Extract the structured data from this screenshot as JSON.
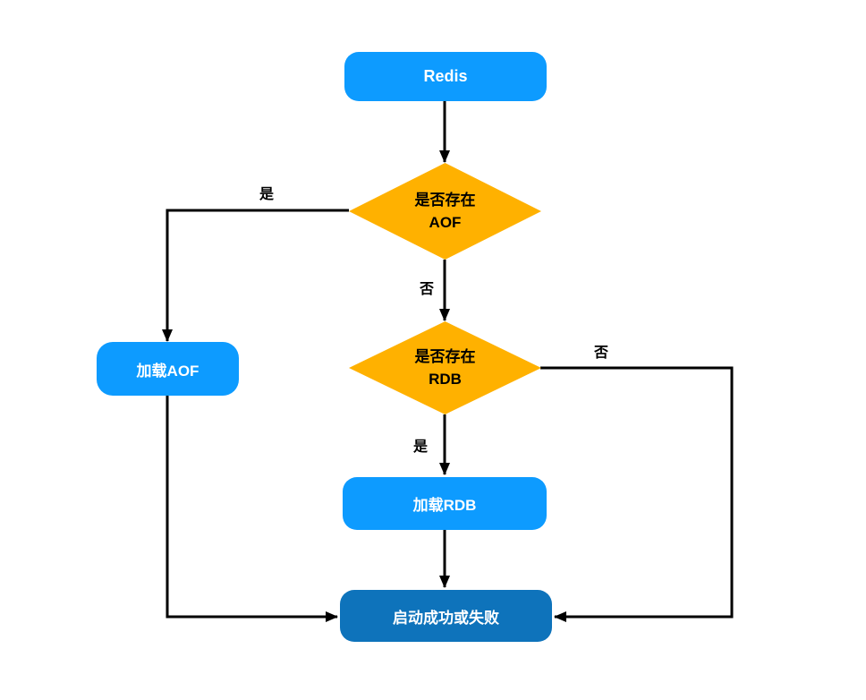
{
  "flowchart": {
    "nodes": {
      "redis": {
        "label": "Redis"
      },
      "aof_check": {
        "label_line1": "是否存在",
        "label_line2": "AOF"
      },
      "load_aof": {
        "label": "加载AOF"
      },
      "rdb_check": {
        "label_line1": "是否存在",
        "label_line2": "RDB"
      },
      "load_rdb": {
        "label": "加载RDB"
      },
      "result": {
        "label": "启动成功或失败"
      }
    },
    "edge_labels": {
      "aof_yes": "是",
      "aof_no": "否",
      "rdb_no": "否",
      "rdb_yes": "是"
    },
    "colors": {
      "process_blue": "#0D9BFF",
      "decision_orange": "#FFB100",
      "terminal_blue": "#0E73BB",
      "connector": "#000000",
      "background": "#FFFFFF"
    }
  }
}
